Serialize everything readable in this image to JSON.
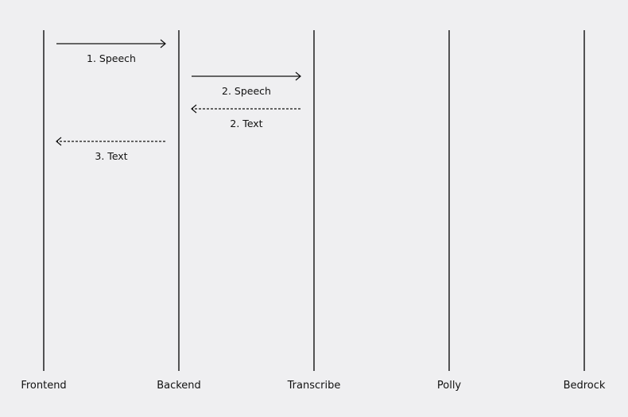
{
  "diagram": {
    "type": "sequence",
    "participants": [
      {
        "id": "frontend",
        "label": "Frontend"
      },
      {
        "id": "backend",
        "label": "Backend"
      },
      {
        "id": "transcribe",
        "label": "Transcribe"
      },
      {
        "id": "polly",
        "label": "Polly"
      },
      {
        "id": "bedrock",
        "label": "Bedrock"
      }
    ],
    "messages": [
      {
        "from": "frontend",
        "to": "backend",
        "label": "1. Speech",
        "style": "solid"
      },
      {
        "from": "backend",
        "to": "transcribe",
        "label": "2. Speech",
        "style": "solid"
      },
      {
        "from": "transcribe",
        "to": "backend",
        "label": "2. Text",
        "style": "dashed"
      },
      {
        "from": "backend",
        "to": "frontend",
        "label": "3. Text",
        "style": "dashed"
      }
    ]
  },
  "colors": {
    "background": "#efeff1",
    "ink": "#111111"
  }
}
